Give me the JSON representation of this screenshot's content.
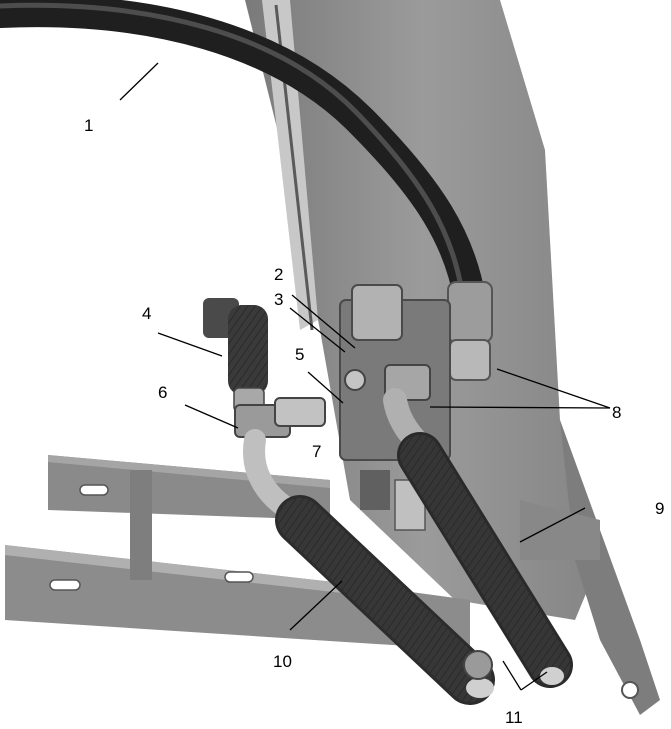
{
  "figure": {
    "colors": {
      "background": "#ffffff",
      "frame_gray": "#8f8f8f",
      "frame_dark": "#6e6e6e",
      "hose_black": "#2a2a2a",
      "fitting_light": "#b5b5b5"
    },
    "callouts": [
      {
        "id": "c1",
        "label": "1"
      },
      {
        "id": "c2",
        "label": "2"
      },
      {
        "id": "c3",
        "label": "3"
      },
      {
        "id": "c4",
        "label": "4"
      },
      {
        "id": "c5",
        "label": "5"
      },
      {
        "id": "c6",
        "label": "6"
      },
      {
        "id": "c7",
        "label": "7"
      },
      {
        "id": "c8",
        "label": "8"
      },
      {
        "id": "c9",
        "label": "9"
      },
      {
        "id": "c10",
        "label": "10"
      },
      {
        "id": "c11",
        "label": "11"
      }
    ]
  }
}
